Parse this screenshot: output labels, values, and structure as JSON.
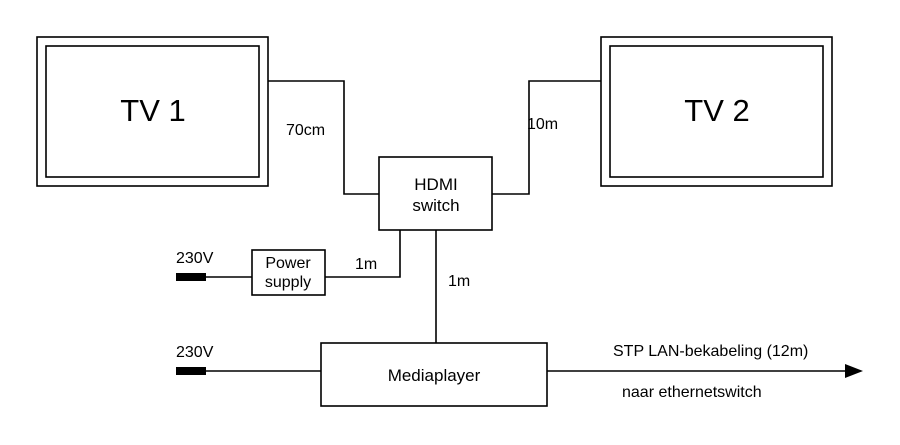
{
  "tv1": {
    "label": "TV 1"
  },
  "tv2": {
    "label": "TV 2"
  },
  "hdmi_switch": {
    "line1": "HDMI",
    "line2": "switch"
  },
  "power_supply": {
    "line1": "Power",
    "line2": "supply"
  },
  "mediaplayer": {
    "label": "Mediaplayer"
  },
  "cables": {
    "tv1_to_switch": "70cm",
    "tv2_to_switch": "10m",
    "psu_to_switch": "1m",
    "switch_to_mediaplayer": "1m"
  },
  "power": {
    "psu_input": "230V",
    "mediaplayer_input": "230V"
  },
  "lan": {
    "label": "STP LAN-bekabeling (12m)",
    "destination": "naar ethernetswitch"
  }
}
